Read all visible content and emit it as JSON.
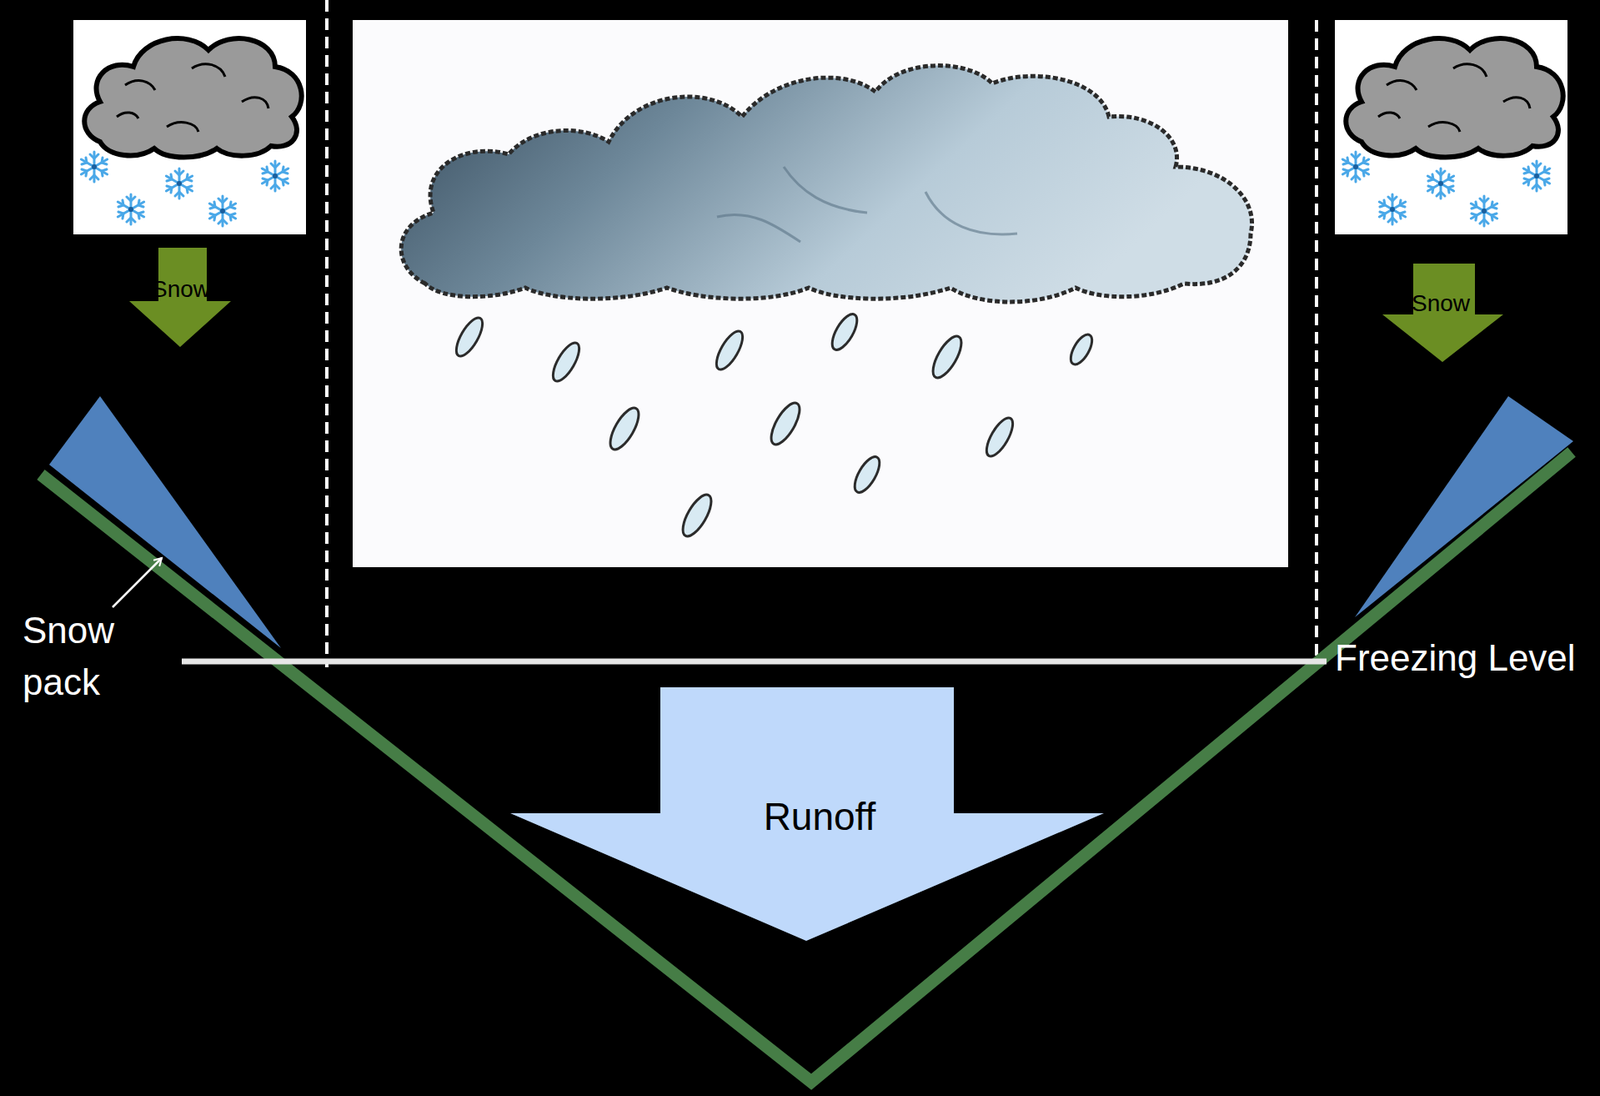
{
  "diagram": {
    "nodes": [
      {
        "text": [
          "Snow"
        ]
      },
      {
        "text": [
          "Snow"
        ]
      },
      {
        "text": [
          "Runoff"
        ]
      }
    ],
    "labels": [
      "Snow pack",
      "Freezing Level"
    ]
  }
}
